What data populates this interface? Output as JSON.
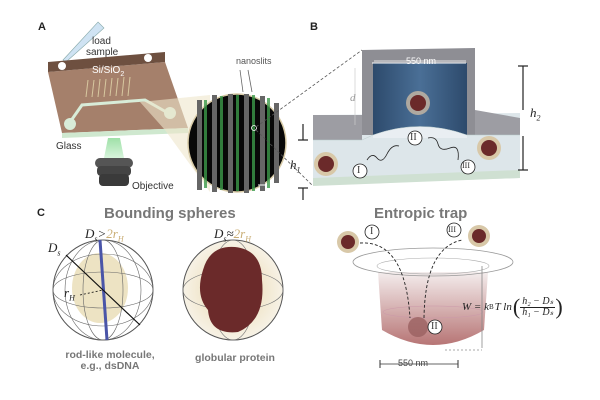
{
  "panels": {
    "a": "A",
    "b": "B",
    "c": "C"
  },
  "panel_a": {
    "load_sample": [
      "load",
      "sample"
    ],
    "chip_label": "Si/SiO",
    "chip_label_sub": "2",
    "glass": "Glass",
    "objective": "Objective",
    "nanoslits": "nanoslits"
  },
  "panel_b": {
    "width_label": "550 nm",
    "d_label": "d",
    "h1": "h",
    "h1_sub": "1",
    "h2": "h",
    "h2_sub": "2",
    "states": [
      "I",
      "II",
      "III"
    ]
  },
  "panel_c": {
    "bounding_title": "Bounding spheres",
    "rod_relation": {
      "lhs": "D",
      "lhs_sub": "s",
      "op": ">",
      "rhs": "2r",
      "rhs_sub": "H"
    },
    "glob_relation": {
      "lhs": "D",
      "lhs_sub": "s",
      "op": "≈",
      "rhs": "2r",
      "rhs_sub": "H"
    },
    "ds_label": "D",
    "ds_sub": "s",
    "rh_label": "r",
    "rh_sub": "H",
    "rod_caption": [
      "rod-like molecule,",
      "e.g., dsDNA"
    ],
    "glob_caption": "globular protein",
    "trap_title": "Entropic trap",
    "trap_states": [
      "I",
      "II",
      "III"
    ],
    "formula": {
      "lhs": "W = k",
      "kb_sub": "B",
      "mid": "T ln",
      "num": "h₂ − Dₛ",
      "den": "h₁ − Dₛ"
    },
    "trap_width": "550 nm"
  },
  "colors": {
    "chip": "#8a6a55",
    "channel": "#2f4f73",
    "protein": "#6b2a2a",
    "tan": "#c9ad74",
    "slab": "#9a9aa0"
  }
}
